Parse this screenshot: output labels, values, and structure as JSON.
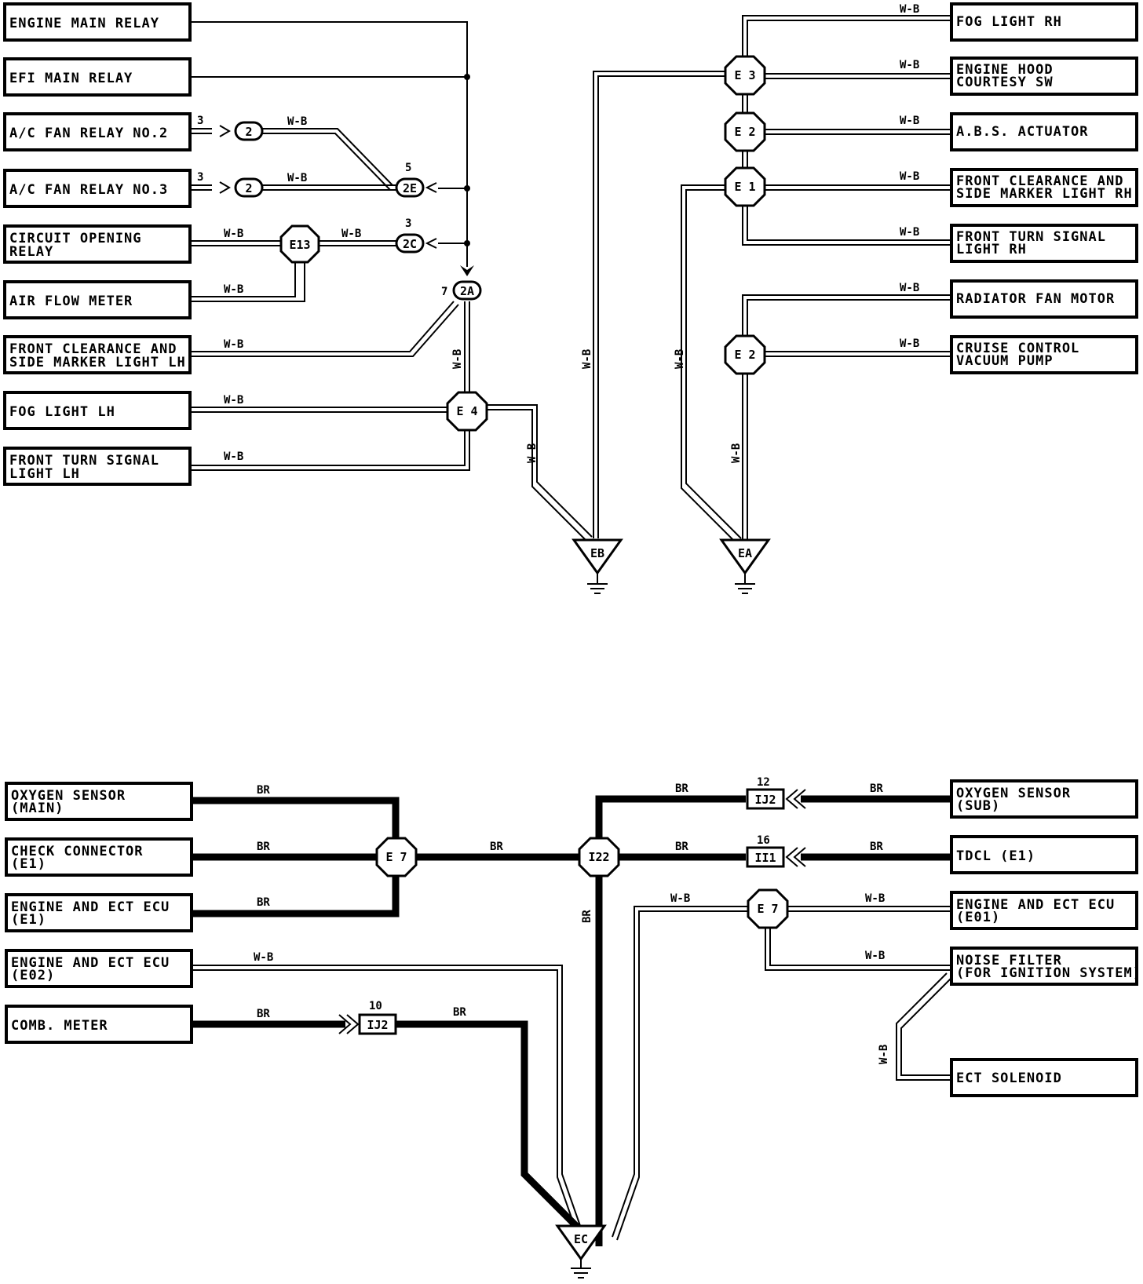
{
  "top_left_components": [
    {
      "id": "emr",
      "label": [
        "ENGINE MAIN RELAY"
      ]
    },
    {
      "id": "efi",
      "label": [
        "EFI MAIN RELAY"
      ]
    },
    {
      "id": "acf2",
      "label": [
        "A/C FAN RELAY NO.2"
      ]
    },
    {
      "id": "acf3",
      "label": [
        "A/C FAN RELAY NO.3"
      ]
    },
    {
      "id": "cor",
      "label": [
        "CIRCUIT OPENING",
        "RELAY"
      ]
    },
    {
      "id": "afm",
      "label": [
        "AIR FLOW METER"
      ]
    },
    {
      "id": "fclh",
      "label": [
        "FRONT CLEARANCE AND",
        "SIDE MARKER LIGHT LH"
      ]
    },
    {
      "id": "foglh",
      "label": [
        "FOG LIGHT LH"
      ]
    },
    {
      "id": "ftslh",
      "label": [
        "FRONT TURN SIGNAL",
        "LIGHT LH"
      ]
    }
  ],
  "top_right_components": [
    {
      "id": "fogrh",
      "label": [
        "FOG LIGHT RH"
      ]
    },
    {
      "id": "ehc",
      "label": [
        "ENGINE HOOD",
        "COURTESY SW"
      ]
    },
    {
      "id": "abs",
      "label": [
        "A.B.S. ACTUATOR"
      ]
    },
    {
      "id": "fcrh",
      "label": [
        "FRONT CLEARANCE AND",
        "SIDE MARKER LIGHT RH"
      ]
    },
    {
      "id": "ftsrh",
      "label": [
        "FRONT TURN SIGNAL",
        "LIGHT RH"
      ]
    },
    {
      "id": "rfm",
      "label": [
        "RADIATOR FAN MOTOR"
      ]
    },
    {
      "id": "ccv",
      "label": [
        "CRUISE CONTROL",
        "VACUUM PUMP"
      ]
    }
  ],
  "bottom_left_components": [
    {
      "id": "o2m",
      "label": [
        "OXYGEN SENSOR",
        "(MAIN)"
      ]
    },
    {
      "id": "chk",
      "label": [
        "CHECK CONNECTOR",
        "(E1)"
      ]
    },
    {
      "id": "ecue1",
      "label": [
        "ENGINE AND ECT ECU",
        "(E1)"
      ]
    },
    {
      "id": "ecue2",
      "label": [
        "ENGINE AND ECT ECU",
        "(E02)"
      ]
    },
    {
      "id": "comb",
      "label": [
        "COMB. METER"
      ]
    }
  ],
  "bottom_right_components": [
    {
      "id": "o2s",
      "label": [
        "OXYGEN SENSOR",
        "(SUB)"
      ]
    },
    {
      "id": "tdcl",
      "label": [
        "TDCL (E1)"
      ]
    },
    {
      "id": "ecue01",
      "label": [
        "ENGINE AND ECT ECU",
        "(E01)"
      ]
    },
    {
      "id": "nf",
      "label": [
        "NOISE FILTER",
        "(FOR IGNITION SYSTEM)"
      ]
    },
    {
      "id": "ects",
      "label": [
        "ECT SOLENOID"
      ]
    }
  ],
  "wire_colors": {
    "wb": "W-B",
    "br": "BR"
  },
  "junctions": {
    "e13": "E13",
    "e4": "E 4",
    "e3": "E 3",
    "e2a": "E 2",
    "e1": "E 1",
    "e2b": "E 2",
    "e7l": "E 7",
    "i22": "I22",
    "e7r": "E 7"
  },
  "connectors": {
    "c2a": "2",
    "c2b": "2",
    "c2e": "2E",
    "c2c": "2C",
    "c2a_main": "2A",
    "ij2_top": "IJ2",
    "ii1": "II1",
    "ij2_bot": "IJ2"
  },
  "pins": {
    "p_acf2": "3",
    "p_acf3": "3",
    "p_2e": "5",
    "p_2c": "3",
    "p_2a": "7",
    "p_ij2_top": "12",
    "p_ii1": "16",
    "p_ij2_bot": "10"
  },
  "grounds": {
    "eb": "EB",
    "ea": "EA",
    "ec": "EC"
  }
}
